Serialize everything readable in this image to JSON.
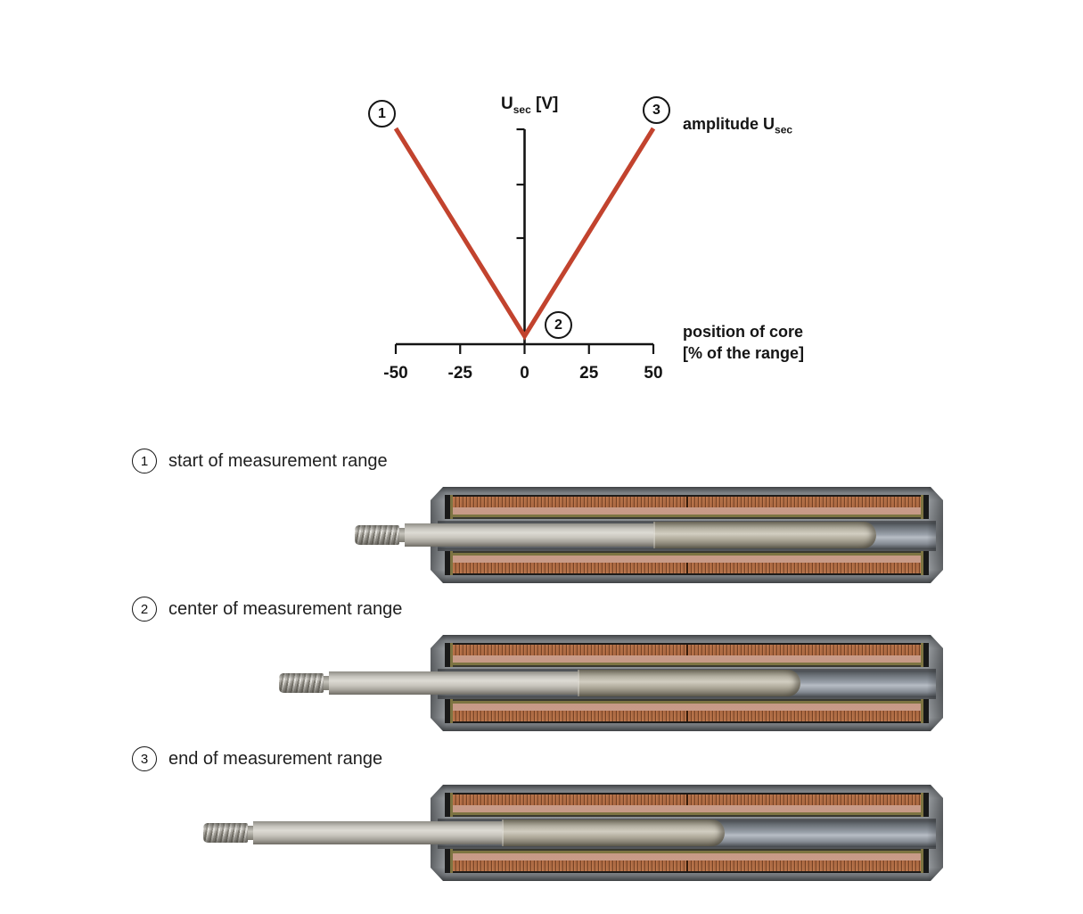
{
  "chart": {
    "title": {
      "main": "U",
      "sub": "sec",
      "rest": " [V]"
    },
    "amplitude_label": {
      "main": "amplitude U",
      "sub": "sec"
    },
    "x_axis_label_line1": "position of core",
    "x_axis_label_line2": "[% of the range]",
    "line_color": "#c2432e",
    "annotation_1": "1",
    "annotation_2": "2",
    "annotation_3": "3"
  },
  "chart_data": {
    "type": "line",
    "title": "Usec [V] versus position of core",
    "xlabel": "position of core [% of the range]",
    "ylabel": "Usec [V]",
    "x_ticks": [
      -50,
      -25,
      0,
      25,
      50
    ],
    "xlim": [
      -50,
      50
    ],
    "grid": false,
    "legend": false,
    "series": [
      {
        "name": "amplitude Usec",
        "x": [
          -50,
          0,
          50
        ],
        "y": [
          1,
          0,
          1
        ],
        "y_unit": "relative amplitude (0 = center of range, 1 = maximum at range ends)",
        "color": "#c2432e"
      }
    ],
    "annotations": [
      {
        "label": "1",
        "meaning": "start of measurement range",
        "x": -50
      },
      {
        "label": "2",
        "meaning": "center of measurement range",
        "x": 0
      },
      {
        "label": "3",
        "meaning": "end of measurement range",
        "x": 50
      }
    ]
  },
  "figures": [
    {
      "number": "1",
      "label": "start of measurement range"
    },
    {
      "number": "2",
      "label": "center of measurement range"
    },
    {
      "number": "3",
      "label": "end of measurement range"
    }
  ],
  "colors": {
    "curve_red": "#c2432e",
    "coil_copper": "#b06f47",
    "housing_gray": "#8d9195"
  }
}
